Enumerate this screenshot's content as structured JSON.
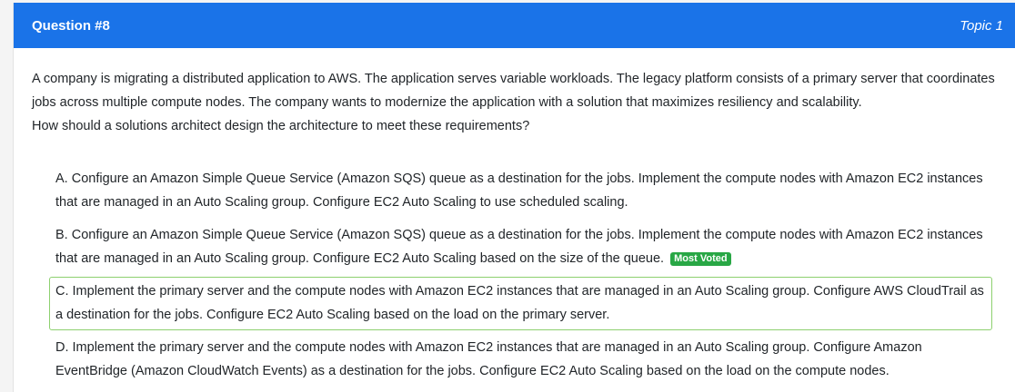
{
  "header": {
    "question_number": "Question #8",
    "topic": "Topic 1"
  },
  "question": {
    "line1": "A company is migrating a distributed application to AWS. The application serves variable workloads. The legacy platform consists of a primary server that coordinates jobs across multiple compute nodes. The company wants to modernize the application with a solution that maximizes resiliency and scalability.",
    "line2": "How should a solutions architect design the architecture to meet these requirements?"
  },
  "choices": [
    {
      "text": "A. Configure an Amazon Simple Queue Service (Amazon SQS) queue as a destination for the jobs. Implement the compute nodes with Amazon EC2 instances that are managed in an Auto Scaling group. Configure EC2 Auto Scaling to use scheduled scaling."
    },
    {
      "text": "B. Configure an Amazon Simple Queue Service (Amazon SQS) queue as a destination for the jobs. Implement the compute nodes with Amazon EC2 instances that are managed in an Auto Scaling group. Configure EC2 Auto Scaling based on the size of the queue.",
      "badge": "Most Voted"
    },
    {
      "text": "C. Implement the primary server and the compute nodes with Amazon EC2 instances that are managed in an Auto Scaling group. Configure AWS CloudTrail as a destination for the jobs. Configure EC2 Auto Scaling based on the load on the primary server."
    },
    {
      "text": "D. Implement the primary server and the compute nodes with Amazon EC2 instances that are managed in an Auto Scaling group. Configure Amazon EventBridge (Amazon CloudWatch Events) as a destination for the jobs. Configure EC2 Auto Scaling based on the load on the compute nodes."
    }
  ],
  "colors": {
    "header_bg": "#1a73e8",
    "selected_border": "#8dd06f",
    "badge_bg": "#28a745"
  }
}
